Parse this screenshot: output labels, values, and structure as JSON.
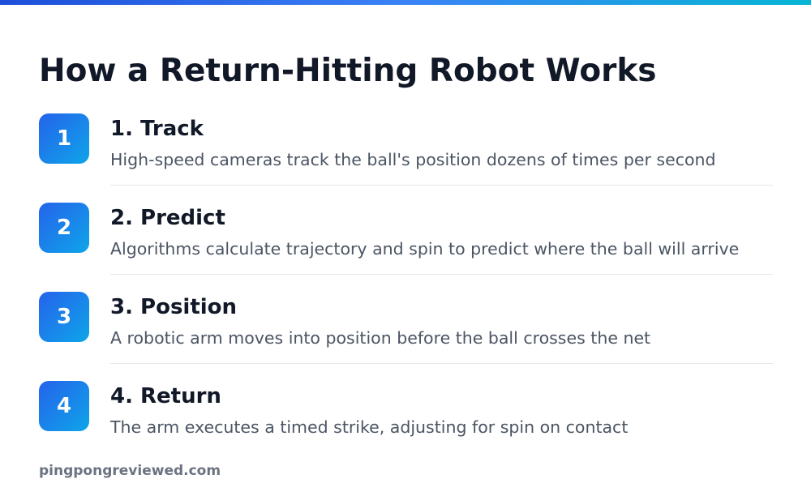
{
  "title": "How a Return-Hitting Robot Works",
  "steps": [
    {
      "number": "1",
      "title": "1. Track",
      "description": "High-speed cameras track the ball's position dozens of times per second"
    },
    {
      "number": "2",
      "title": "2. Predict",
      "description": "Algorithms calculate trajectory and spin to predict where the ball will arrive"
    },
    {
      "number": "3",
      "title": "3. Position",
      "description": "A robotic arm moves into position before the ball crosses the net"
    },
    {
      "number": "4",
      "title": "4. Return",
      "description": "The arm executes a timed strike, adjusting for spin on contact"
    }
  ],
  "footer": "pingpongreviewed.com",
  "colors": {
    "accent_start": "#2563eb",
    "accent_end": "#0ea5e9",
    "title_text": "#111827",
    "body_text": "#4b5563",
    "footer_text": "#6b7280"
  }
}
